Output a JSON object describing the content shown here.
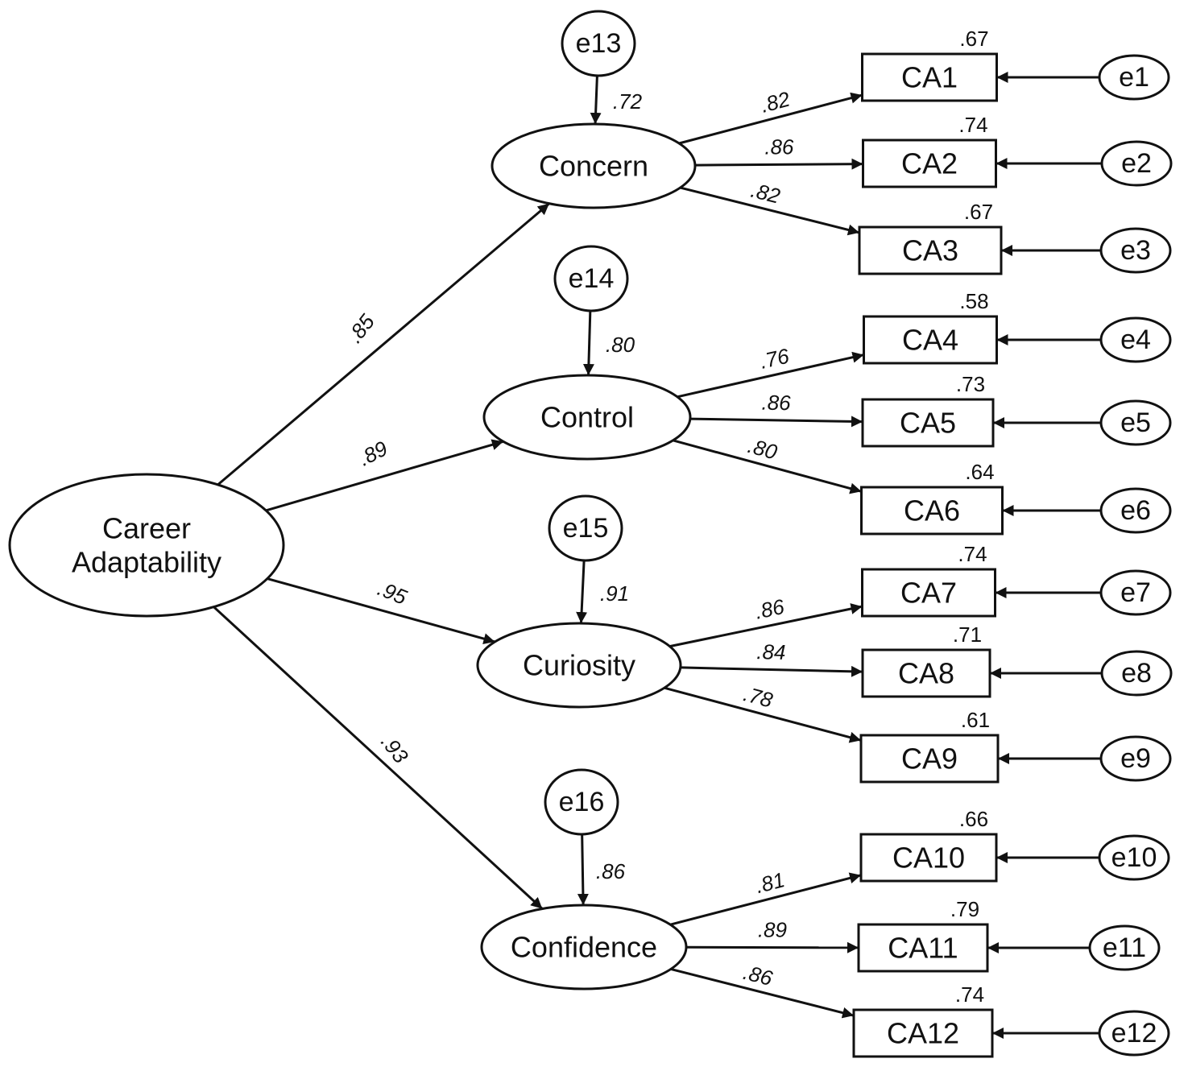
{
  "diagram": {
    "root": {
      "lines": [
        "Career",
        "Adaptability"
      ]
    },
    "factors": [
      {
        "label": "Concern",
        "error": "e13",
        "error_loading": ".72",
        "root_loading": ".85"
      },
      {
        "label": "Control",
        "error": "e14",
        "error_loading": ".80",
        "root_loading": ".89"
      },
      {
        "label": "Curiosity",
        "error": "e15",
        "error_loading": ".91",
        "root_loading": ".95"
      },
      {
        "label": "Confidence",
        "error": "e16",
        "error_loading": ".86",
        "root_loading": ".93"
      }
    ],
    "items": [
      {
        "label": "CA1",
        "error": "e1",
        "loading": ".82",
        "r2": ".67"
      },
      {
        "label": "CA2",
        "error": "e2",
        "loading": ".86",
        "r2": ".74"
      },
      {
        "label": "CA3",
        "error": "e3",
        "loading": ".82",
        "r2": ".67"
      },
      {
        "label": "CA4",
        "error": "e4",
        "loading": ".76",
        "r2": ".58"
      },
      {
        "label": "CA5",
        "error": "e5",
        "loading": ".86",
        "r2": ".73"
      },
      {
        "label": "CA6",
        "error": "e6",
        "loading": ".80",
        "r2": ".64"
      },
      {
        "label": "CA7",
        "error": "e7",
        "loading": ".86",
        "r2": ".74"
      },
      {
        "label": "CA8",
        "error": "e8",
        "loading": ".84",
        "r2": ".71"
      },
      {
        "label": "CA9",
        "error": "e9",
        "loading": ".78",
        "r2": ".61"
      },
      {
        "label": "CA10",
        "error": "e10",
        "loading": ".81",
        "r2": ".66"
      },
      {
        "label": "CA11",
        "error": "e11",
        "loading": ".89",
        "r2": ".79"
      },
      {
        "label": "CA12",
        "error": "e12",
        "loading": ".86",
        "r2": ".74"
      }
    ]
  }
}
